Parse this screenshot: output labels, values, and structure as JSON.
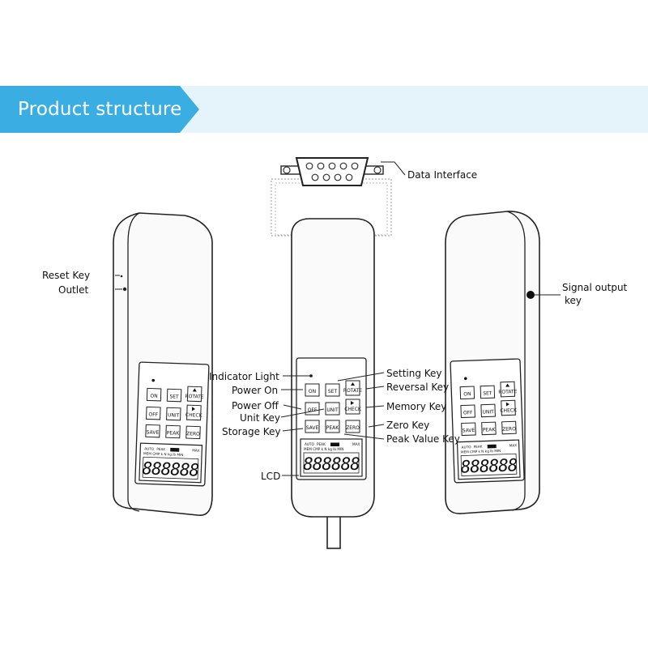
{
  "banner": {
    "title": "Product structure",
    "accent": "#3aaee3",
    "band": "#e5f3fb"
  },
  "keypad": {
    "on": "ON",
    "set": "SET",
    "rotate": "ROTATE",
    "off": "OFF",
    "unit": "UNIT",
    "check": "CHECK",
    "save": "SAVE",
    "peak": "PEAK",
    "zero": "ZERO"
  },
  "lcd": {
    "row1_left": "AUTO",
    "row1_mid": "PEAK",
    "row1_right": "MAX",
    "row2": "MEM  CMP  k  N  kg  lb  MIN",
    "digits": "888888"
  },
  "labels": {
    "data_interface": "Data Interface",
    "reset_key": "Reset Key",
    "outlet": "Outlet",
    "signal_output_1": "Signal output",
    "signal_output_2": "key",
    "indicator_light": "Indicator Light",
    "power_on": "Power On",
    "power_off": "Power Off",
    "unit_key": "Unit Key",
    "storage_key": "Storage Key",
    "lcd": "LCD",
    "setting_key": "Setting Key",
    "reversal_key": "Reversal Key",
    "memory_key": "Memory Key",
    "zero_key": "Zero Key",
    "peak_value_key": "Peak Value Key"
  }
}
